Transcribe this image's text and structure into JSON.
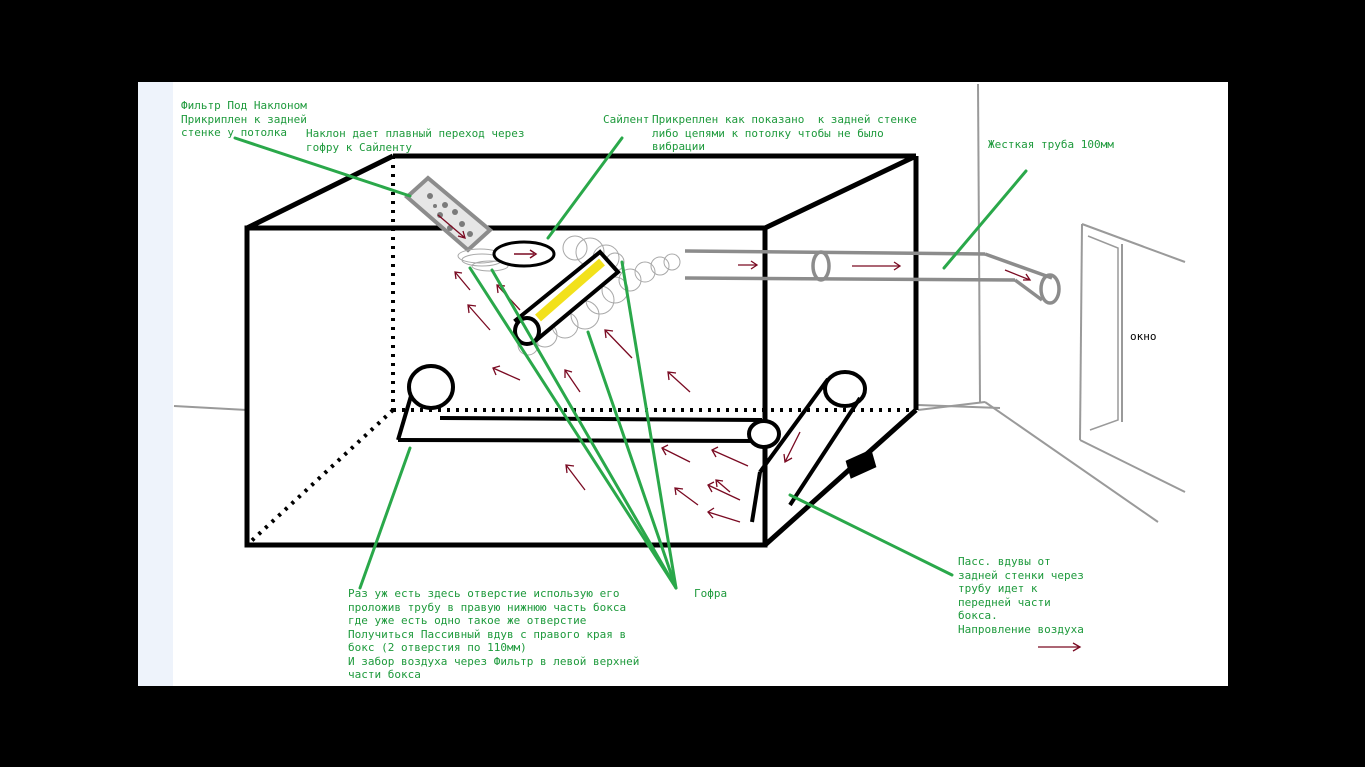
{
  "labels": {
    "filter": "Фильтр Под Наклоном\nПрикриплен к задней\nстенке у потолка",
    "tilt": "Наклон дает плавный переход через\nгофру к Сайленту",
    "silent": "Сайлент",
    "attached": "Прикреплен как показано  к задней стенке\nлибо цепями к потолку чтобы не было\nвибрации",
    "rigid_pipe": "Жесткая труба 100мм",
    "window": "окно",
    "hole": "Раз уж есть здесь отверстие использую его\nпроложив трубу в правую нижнюю часть бокса\nгде уже есть одно такое же отверстие\nПолучиться Пассивный вдув с правого края в\nбокс (2 отверстия по 110мм)\nИ забор воздуха через Фильтр в левой верхней\nчасти бокса",
    "gofra": "Гофра",
    "passive": "Пасс. вдувы от\nзадней стенки через\nтрубу идет к\nпередней части\nбокса.\nНапровление воздуха"
  },
  "colors": {
    "label": "#1e9a3c",
    "pointer": "#2aa84a",
    "arrow": "#7a0a22",
    "fan": "#f2e11b",
    "box": "#000000",
    "wall": "#9a9a9a"
  }
}
